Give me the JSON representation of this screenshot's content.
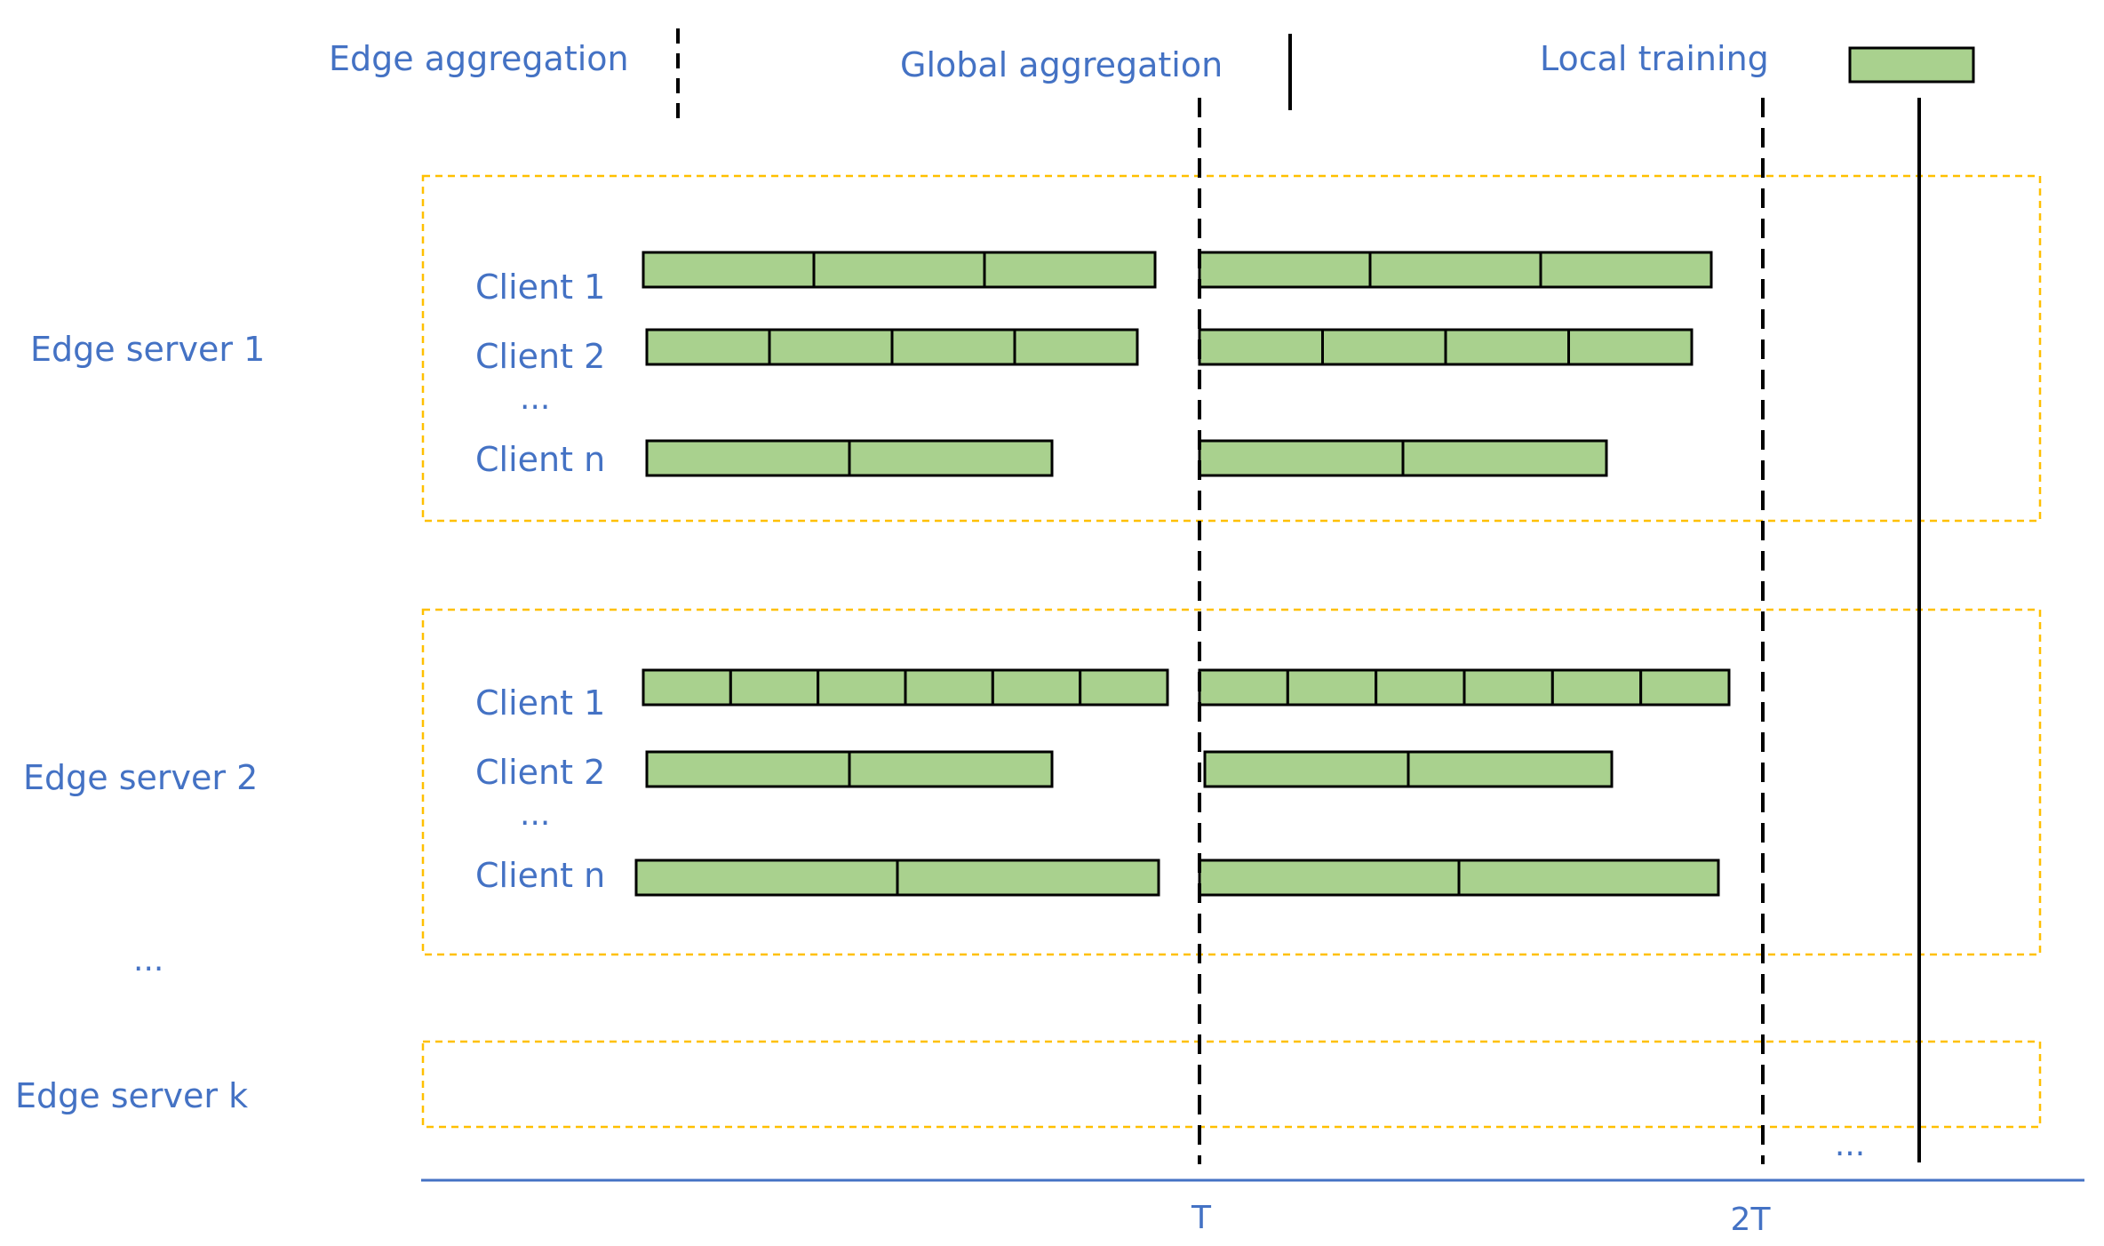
{
  "legend": {
    "edge_aggregation": "Edge aggregation",
    "global_aggregation": "Global aggregation",
    "local_training": "Local training"
  },
  "servers": [
    {
      "label": "Edge server 1",
      "clients": [
        {
          "label": "Client 1",
          "round1_segments": 3,
          "round2_segments": 3
        },
        {
          "label": "Client 2",
          "round1_segments": 4,
          "round2_segments": 4
        },
        {
          "label": "Client n",
          "round1_segments": 2,
          "round2_segments": 2
        }
      ],
      "dots": "..."
    },
    {
      "label": "Edge server 2",
      "clients": [
        {
          "label": "Client 1",
          "round1_segments": 6,
          "round2_segments": 6
        },
        {
          "label": "Client 2",
          "round1_segments": 2,
          "round2_segments": 2
        },
        {
          "label": "Client n",
          "round1_segments": 2,
          "round2_segments": 2
        }
      ],
      "dots": "..."
    },
    {
      "label": "Edge server k",
      "clients": []
    }
  ],
  "servers_ellipsis": "...",
  "timeline": {
    "ticks": [
      "T",
      "2T"
    ],
    "ellipsis": "..."
  },
  "colors": {
    "label_text": "#4472c4",
    "training_fill": "#a9d18e",
    "training_stroke": "#000000",
    "server_box": "#ffc000",
    "axis": "#4472c4",
    "line": "#000000"
  }
}
